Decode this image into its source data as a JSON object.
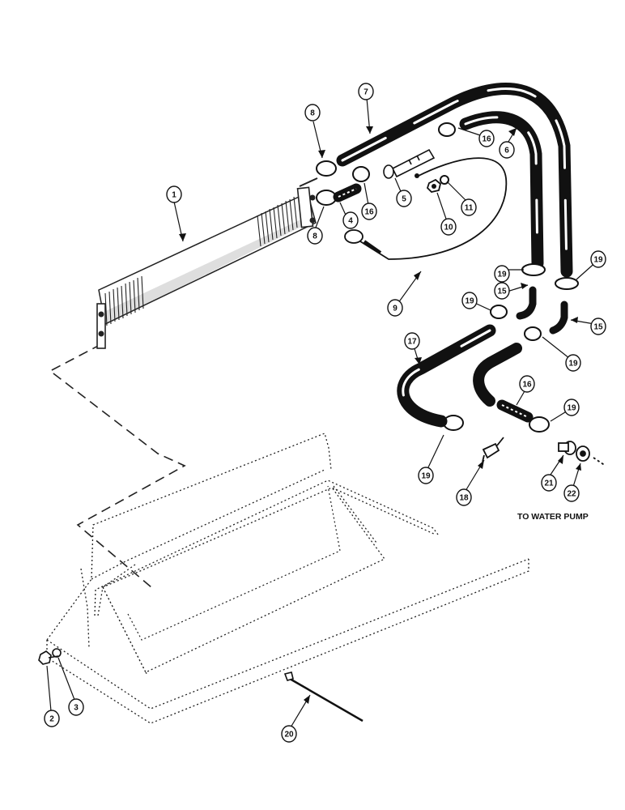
{
  "diagram": {
    "note": "TO WATER PUMP",
    "callouts": [
      "1",
      "2",
      "3",
      "4",
      "5",
      "6",
      "7",
      "8",
      "8",
      "9",
      "10",
      "11",
      "15",
      "15",
      "16",
      "16",
      "16",
      "17",
      "18",
      "19",
      "19",
      "19",
      "19",
      "19",
      "19",
      "20",
      "21",
      "22"
    ]
  }
}
